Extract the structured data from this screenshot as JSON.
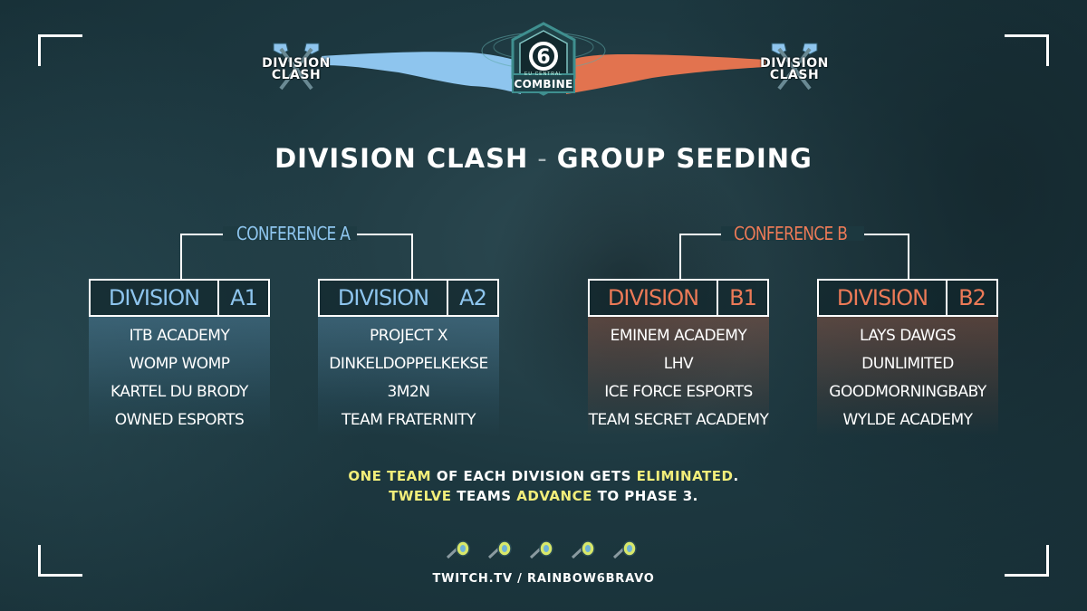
{
  "header": {
    "left_logo_text": [
      "DIVISION",
      "CLASH"
    ],
    "right_logo_text": [
      "DIVISION",
      "CLASH"
    ],
    "center_badge": {
      "small_text": "EU·CENTRAL",
      "label": "COMBINE",
      "glyph": "6"
    },
    "title_part1": "DIVISION CLASH",
    "title_separator": "-",
    "title_part2": "GROUP SEEDING"
  },
  "conferences": [
    {
      "label": "CONFERENCE A",
      "color": "#8ec5ee"
    },
    {
      "label": "CONFERENCE B",
      "color": "#ec7a57"
    }
  ],
  "divisions": [
    {
      "name": "DIVISION",
      "code": "A1",
      "teams": [
        "ITB ACADEMY",
        "WOMP WOMP",
        "KARTEL DU BRODY",
        "OWNED ESPORTS"
      ]
    },
    {
      "name": "DIVISION",
      "code": "A2",
      "teams": [
        "PROJECT X",
        "DINKELDOPPELKEKSE",
        "3M2N",
        "TEAM FRATERNITY"
      ]
    },
    {
      "name": "DIVISION",
      "code": "B1",
      "teams": [
        "EMINEM ACADEMY",
        "LHV",
        "ICE FORCE ESPORTS",
        "TEAM SECRET ACADEMY"
      ]
    },
    {
      "name": "DIVISION",
      "code": "B2",
      "teams": [
        "LAYS DAWGS",
        "DUNLIMITED",
        "GOODMORNINGBABY",
        "WYLDE ACADEMY"
      ]
    }
  ],
  "notice": {
    "line1": {
      "hl1": "ONE TEAM",
      "t1": " OF EACH DIVISION GETS ",
      "hl2": "ELIMINATED",
      "t2": "."
    },
    "line2": {
      "hl1": "TWELVE",
      "t1": " TEAMS ",
      "hl2": "ADVANCE",
      "t2": " TO PHASE 3."
    }
  },
  "footer": {
    "url": "TWITCH.TV / RAINBOW6BRAVO",
    "trophy_icons": [
      "trophy-icon",
      "trophy-icon",
      "trophy-icon",
      "trophy-icon",
      "trophy-icon"
    ]
  },
  "colors": {
    "blue": "#8ec5ee",
    "orange": "#ec7a57",
    "highlight": "#f2ee7a",
    "background": "#1d3840"
  }
}
